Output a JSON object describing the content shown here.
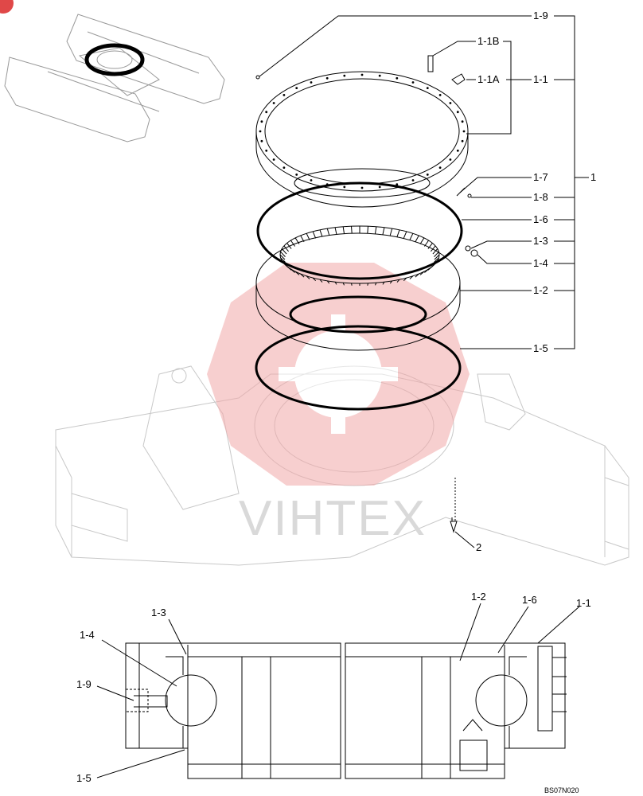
{
  "labels": {
    "l_1_9": "1-9",
    "l_1_1B": "1-1B",
    "l_1_1A": "1-1A",
    "l_1_1": "1-1",
    "l_1_7": "1-7",
    "l_1": "1",
    "l_1_8": "1-8",
    "l_1_6": "1-6",
    "l_1_3": "1-3",
    "l_1_4": "1-4",
    "l_1_2": "1-2",
    "l_1_5": "1-5",
    "l_2": "2"
  },
  "section_labels": {
    "s_1_2": "1-2",
    "s_1_6": "1-6",
    "s_1_1": "1-1",
    "s_1_3": "1-3",
    "s_1_4": "1-4",
    "s_1_9": "1-9",
    "s_1_5": "1-5"
  },
  "watermark": "VIHTEX",
  "drawing_code": "BS07N020",
  "colors": {
    "watermark_red": "#f2a9a9",
    "line": "#000000",
    "faint": "#c8c8c8"
  }
}
